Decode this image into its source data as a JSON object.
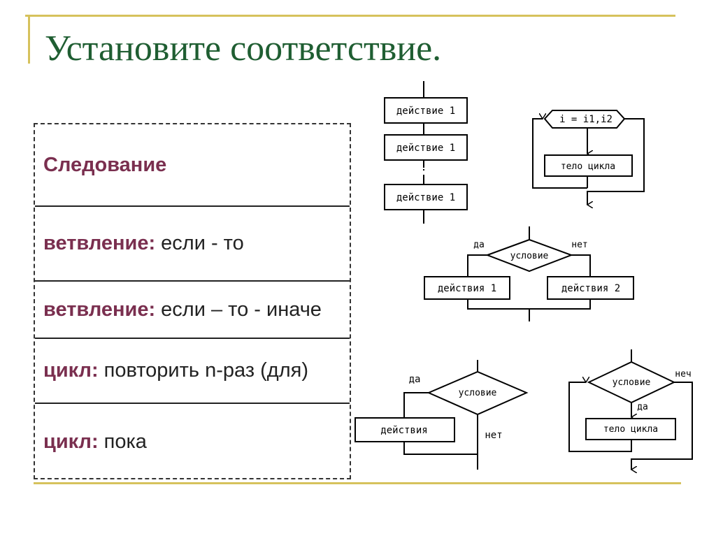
{
  "title": "Установите соответствие.",
  "rows": [
    {
      "keyword": "Следование",
      "text": ""
    },
    {
      "keyword": "ветвление:",
      "text": "если - то"
    },
    {
      "keyword": "ветвление:",
      "text": "если – то - иначе"
    },
    {
      "keyword": "цикл:",
      "text": "повторить n-раз (для)"
    },
    {
      "keyword": "цикл:",
      "text": "пока"
    }
  ],
  "diagrams": {
    "sequence": {
      "step1": "действие 1",
      "step2": "действие 1",
      "step3": "действие 1"
    },
    "for_loop": {
      "header": "i = i1,i2",
      "body": "тело цикла"
    },
    "if_else": {
      "condition": "условие",
      "yes": "да",
      "no": "нет",
      "action1": "действия 1",
      "action2": "действия 2"
    },
    "if_then": {
      "condition": "условие",
      "yes": "да",
      "no": "нет",
      "action": "действия"
    },
    "while_loop": {
      "condition": "условие",
      "no": "неч",
      "yes": "да",
      "body": "тело цикла"
    }
  }
}
